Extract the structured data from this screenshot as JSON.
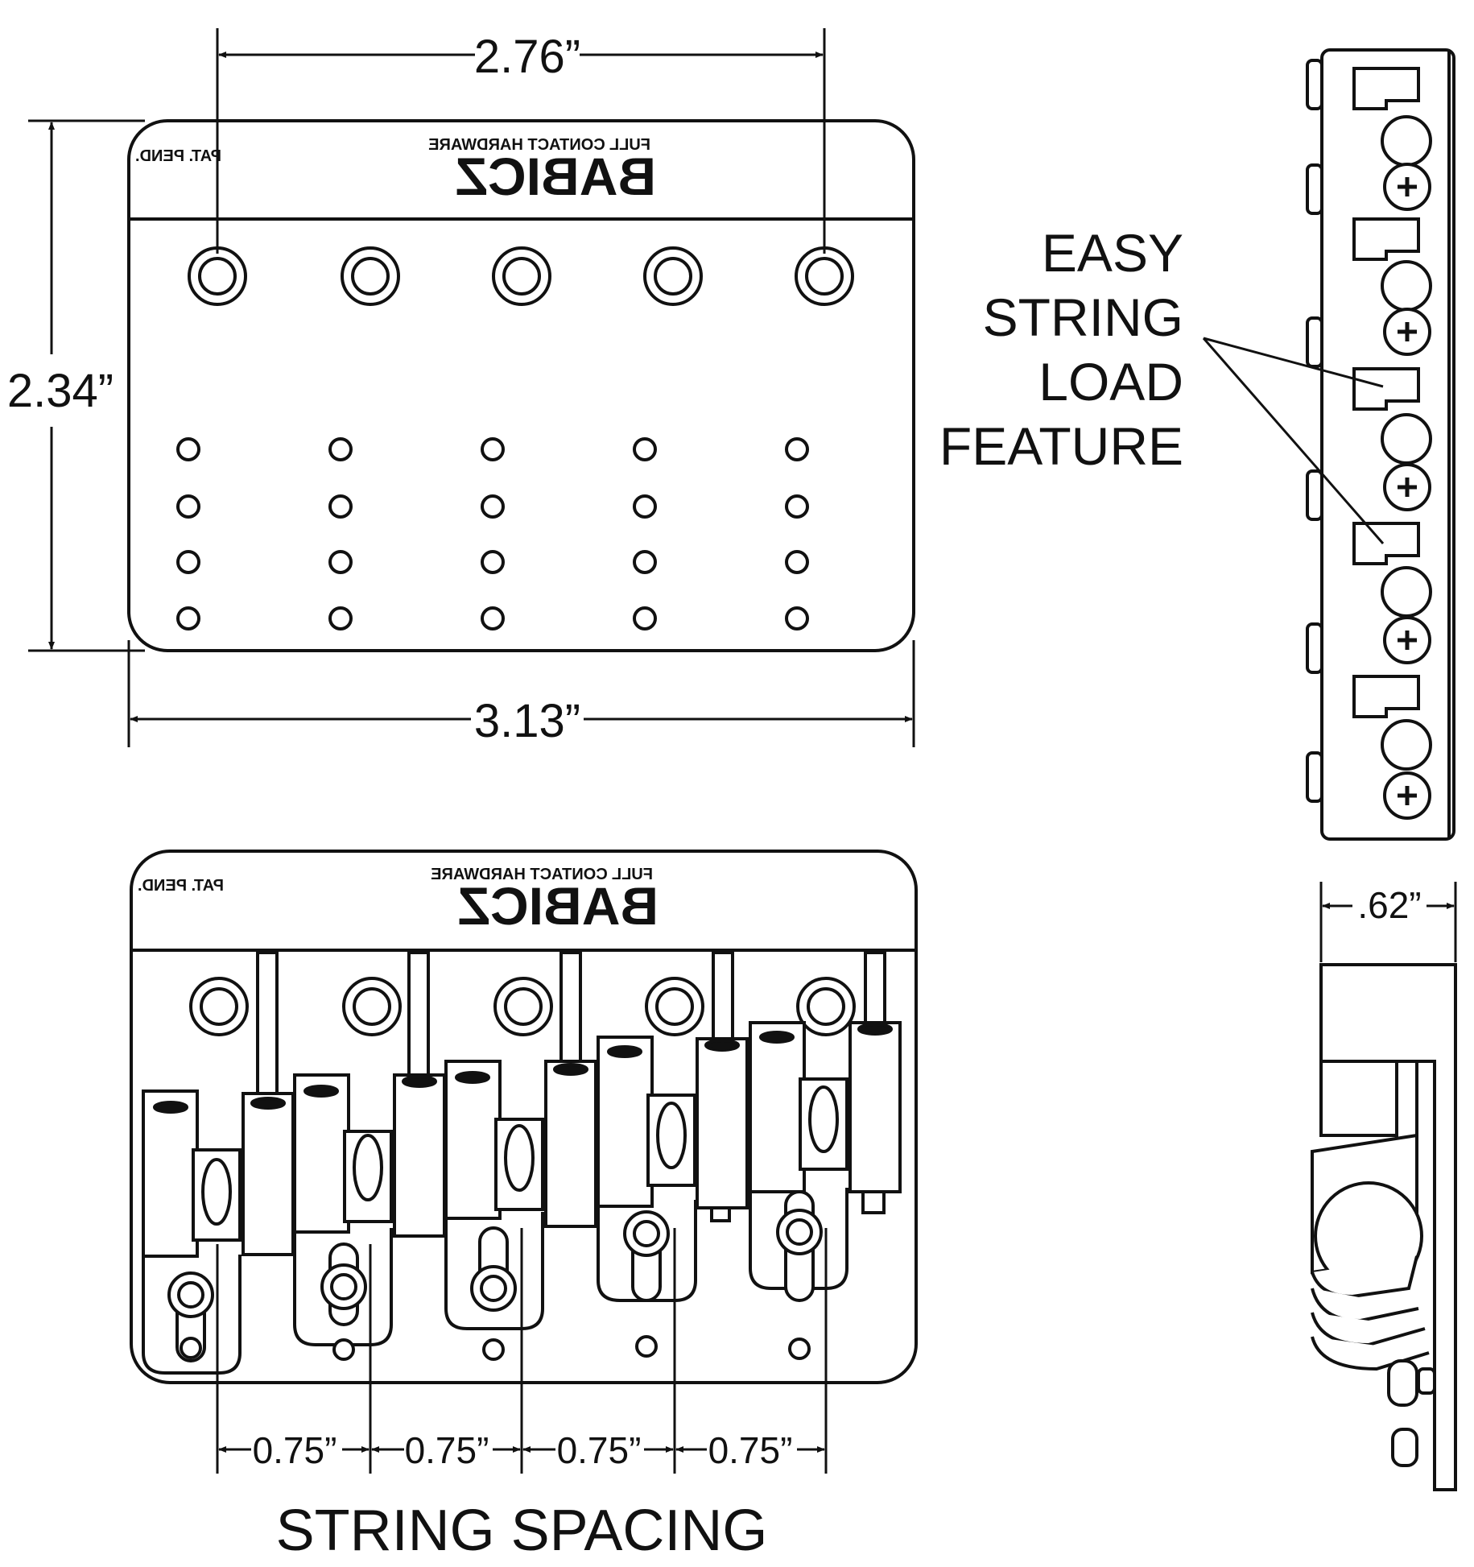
{
  "dimensions": {
    "hole_spacing_width": "2.76”",
    "plate_width": "3.13”",
    "plate_height": "2.34”",
    "side_depth": ".62”",
    "string_spacing": [
      "0.75”",
      "0.75”",
      "0.75”",
      "0.75”"
    ]
  },
  "callout": {
    "lines": [
      "EASY",
      "STRING",
      "LOAD",
      "FEATURE"
    ]
  },
  "caption": "STRING SPACING",
  "brand": {
    "name": "BABICZ",
    "tagline": "FULL CONTACT HARDWARE",
    "patent": "PAT. PEND."
  }
}
